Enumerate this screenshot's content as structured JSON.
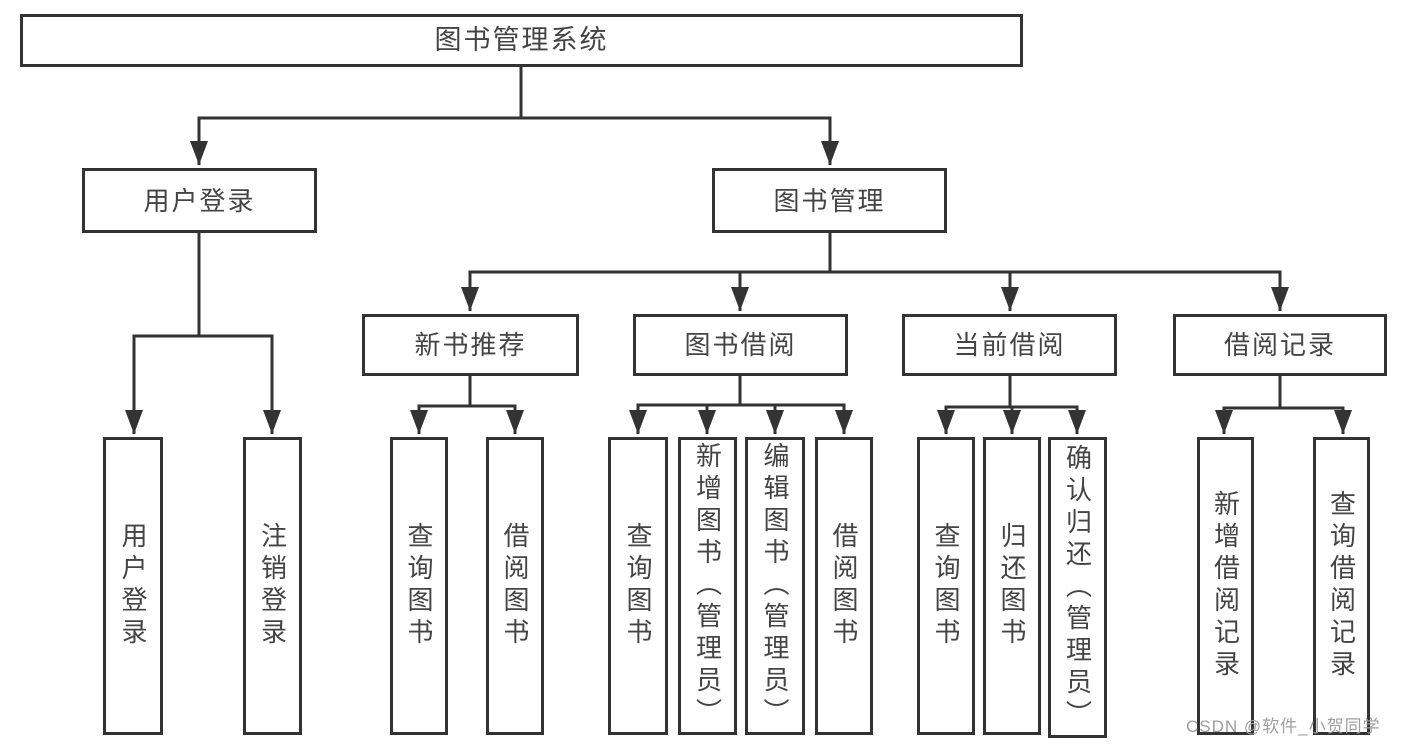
{
  "diagram": {
    "title": "图书管理系统",
    "nodes": {
      "root": {
        "label": "图书管理系统"
      },
      "user_login": {
        "label": "用户登录"
      },
      "book_mgmt": {
        "label": "图书管理"
      },
      "new_book_rec": {
        "label": "新书推荐"
      },
      "book_borrow": {
        "label": "图书借阅"
      },
      "current_borrow": {
        "label": "当前借阅"
      },
      "borrow_record": {
        "label": "借阅记录"
      },
      "leaf_user_login": {
        "label": "用户登录"
      },
      "leaf_logout": {
        "label": "注销登录"
      },
      "leaf_nb_query": {
        "label": "查询图书"
      },
      "leaf_nb_borrow": {
        "label": "借阅图书"
      },
      "leaf_bb_query": {
        "label": "查询图书"
      },
      "leaf_bb_add": {
        "label": "新增图书（管理员）"
      },
      "leaf_bb_edit": {
        "label": "编辑图书（管理员）"
      },
      "leaf_bb_borrow": {
        "label": "借阅图书"
      },
      "leaf_cb_query": {
        "label": "查询图书"
      },
      "leaf_cb_return": {
        "label": "归还图书"
      },
      "leaf_cb_confirm": {
        "label": "确认归还（管理员）"
      },
      "leaf_br_add": {
        "label": "新增借阅记录"
      },
      "leaf_br_query": {
        "label": "查询借阅记录"
      }
    },
    "edges": [
      {
        "from": "root",
        "to": "user_login"
      },
      {
        "from": "root",
        "to": "book_mgmt"
      },
      {
        "from": "user_login",
        "to": "leaf_user_login"
      },
      {
        "from": "user_login",
        "to": "leaf_logout"
      },
      {
        "from": "book_mgmt",
        "to": "new_book_rec"
      },
      {
        "from": "book_mgmt",
        "to": "book_borrow"
      },
      {
        "from": "book_mgmt",
        "to": "current_borrow"
      },
      {
        "from": "book_mgmt",
        "to": "borrow_record"
      },
      {
        "from": "new_book_rec",
        "to": "leaf_nb_query"
      },
      {
        "from": "new_book_rec",
        "to": "leaf_nb_borrow"
      },
      {
        "from": "book_borrow",
        "to": "leaf_bb_query"
      },
      {
        "from": "book_borrow",
        "to": "leaf_bb_add"
      },
      {
        "from": "book_borrow",
        "to": "leaf_bb_edit"
      },
      {
        "from": "book_borrow",
        "to": "leaf_bb_borrow"
      },
      {
        "from": "current_borrow",
        "to": "leaf_cb_query"
      },
      {
        "from": "current_borrow",
        "to": "leaf_cb_return"
      },
      {
        "from": "current_borrow",
        "to": "leaf_cb_confirm"
      },
      {
        "from": "borrow_record",
        "to": "leaf_br_add"
      },
      {
        "from": "borrow_record",
        "to": "leaf_br_query"
      }
    ]
  },
  "watermark": {
    "text": "CSDN @软件_小贺同学"
  },
  "colors": {
    "line": "#333333",
    "box_border": "#333333",
    "text": "#444444",
    "watermark": "#9e9e9e",
    "background": "#ffffff"
  }
}
